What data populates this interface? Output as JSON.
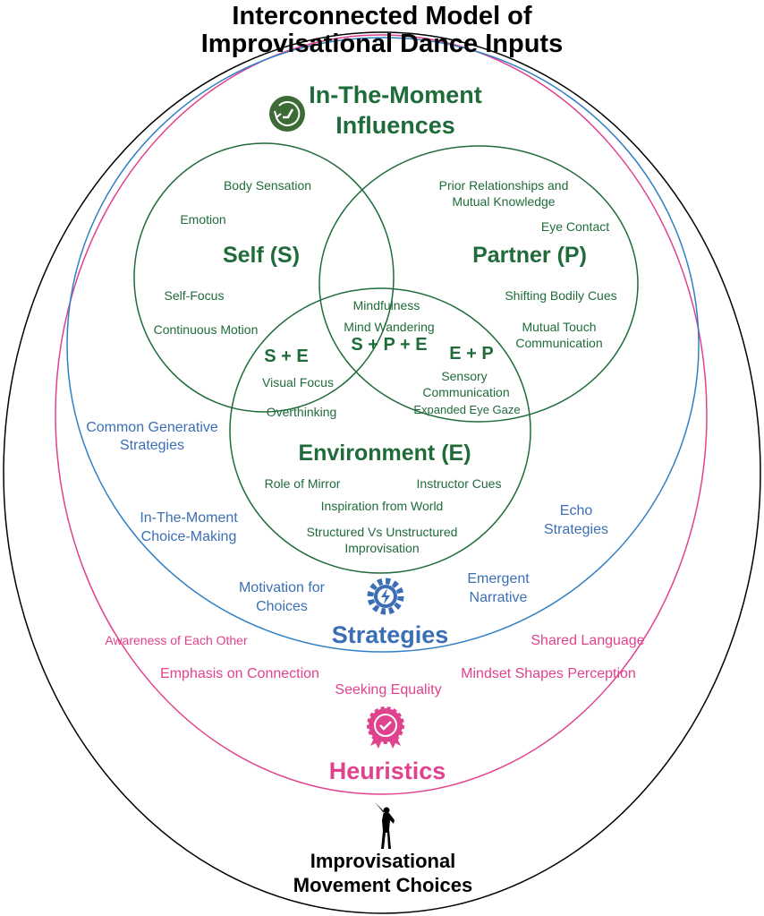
{
  "title": [
    "Interconnected Model of",
    "Improvisational Dance Inputs"
  ],
  "colors": {
    "influences": "#1f6b3a",
    "strategies": "#3b6fb5",
    "heuristics": "#e0428e",
    "outcome": "#000000"
  },
  "influences": {
    "title": [
      "In-The-Moment",
      "Influences"
    ],
    "icon": "clock-icon",
    "self": {
      "label": "Self (S)",
      "items": [
        "Body Sensation",
        "Emotion",
        "Self-Focus",
        "Continuous Motion"
      ]
    },
    "partner": {
      "label": "Partner (P)",
      "items": [
        "Prior Relationships and",
        "Mutual Knowledge",
        "Eye Contact",
        "Shifting Bodily Cues",
        "Mutual Touch",
        "Communication"
      ]
    },
    "environment": {
      "label": "Environment (E)",
      "items": [
        "Role of Mirror",
        "Instructor Cues",
        "Inspiration from World",
        "Structured Vs Unstructured",
        "Improvisation"
      ]
    },
    "self_env": {
      "label": "S + E",
      "items": [
        "Visual Focus",
        "Overthinking"
      ]
    },
    "env_partner": {
      "label": "E + P",
      "items": [
        "Sensory",
        "Communication",
        "Expanded Eye Gaze"
      ]
    },
    "all": {
      "label": "S + P + E",
      "items": [
        "Mindfulness",
        "Mind Wandering"
      ]
    }
  },
  "strategies": {
    "title": "Strategies",
    "icon": "gear-lightning-icon",
    "items": [
      "Common Generative",
      "Strategies",
      "In-The-Moment",
      "Choice-Making",
      "Motivation for",
      "Choices",
      "Emergent",
      "Narrative",
      "Echo",
      "Strategies"
    ]
  },
  "heuristics": {
    "title": "Heuristics",
    "icon": "award-badge-icon",
    "items": [
      "Awareness of Each Other",
      "Emphasis on Connection",
      "Seeking Equality",
      "Shared Language",
      "Mindset Shapes Perception"
    ]
  },
  "outcome": {
    "title": [
      "Improvisational",
      "Movement Choices"
    ],
    "icon": "dancer-icon"
  }
}
